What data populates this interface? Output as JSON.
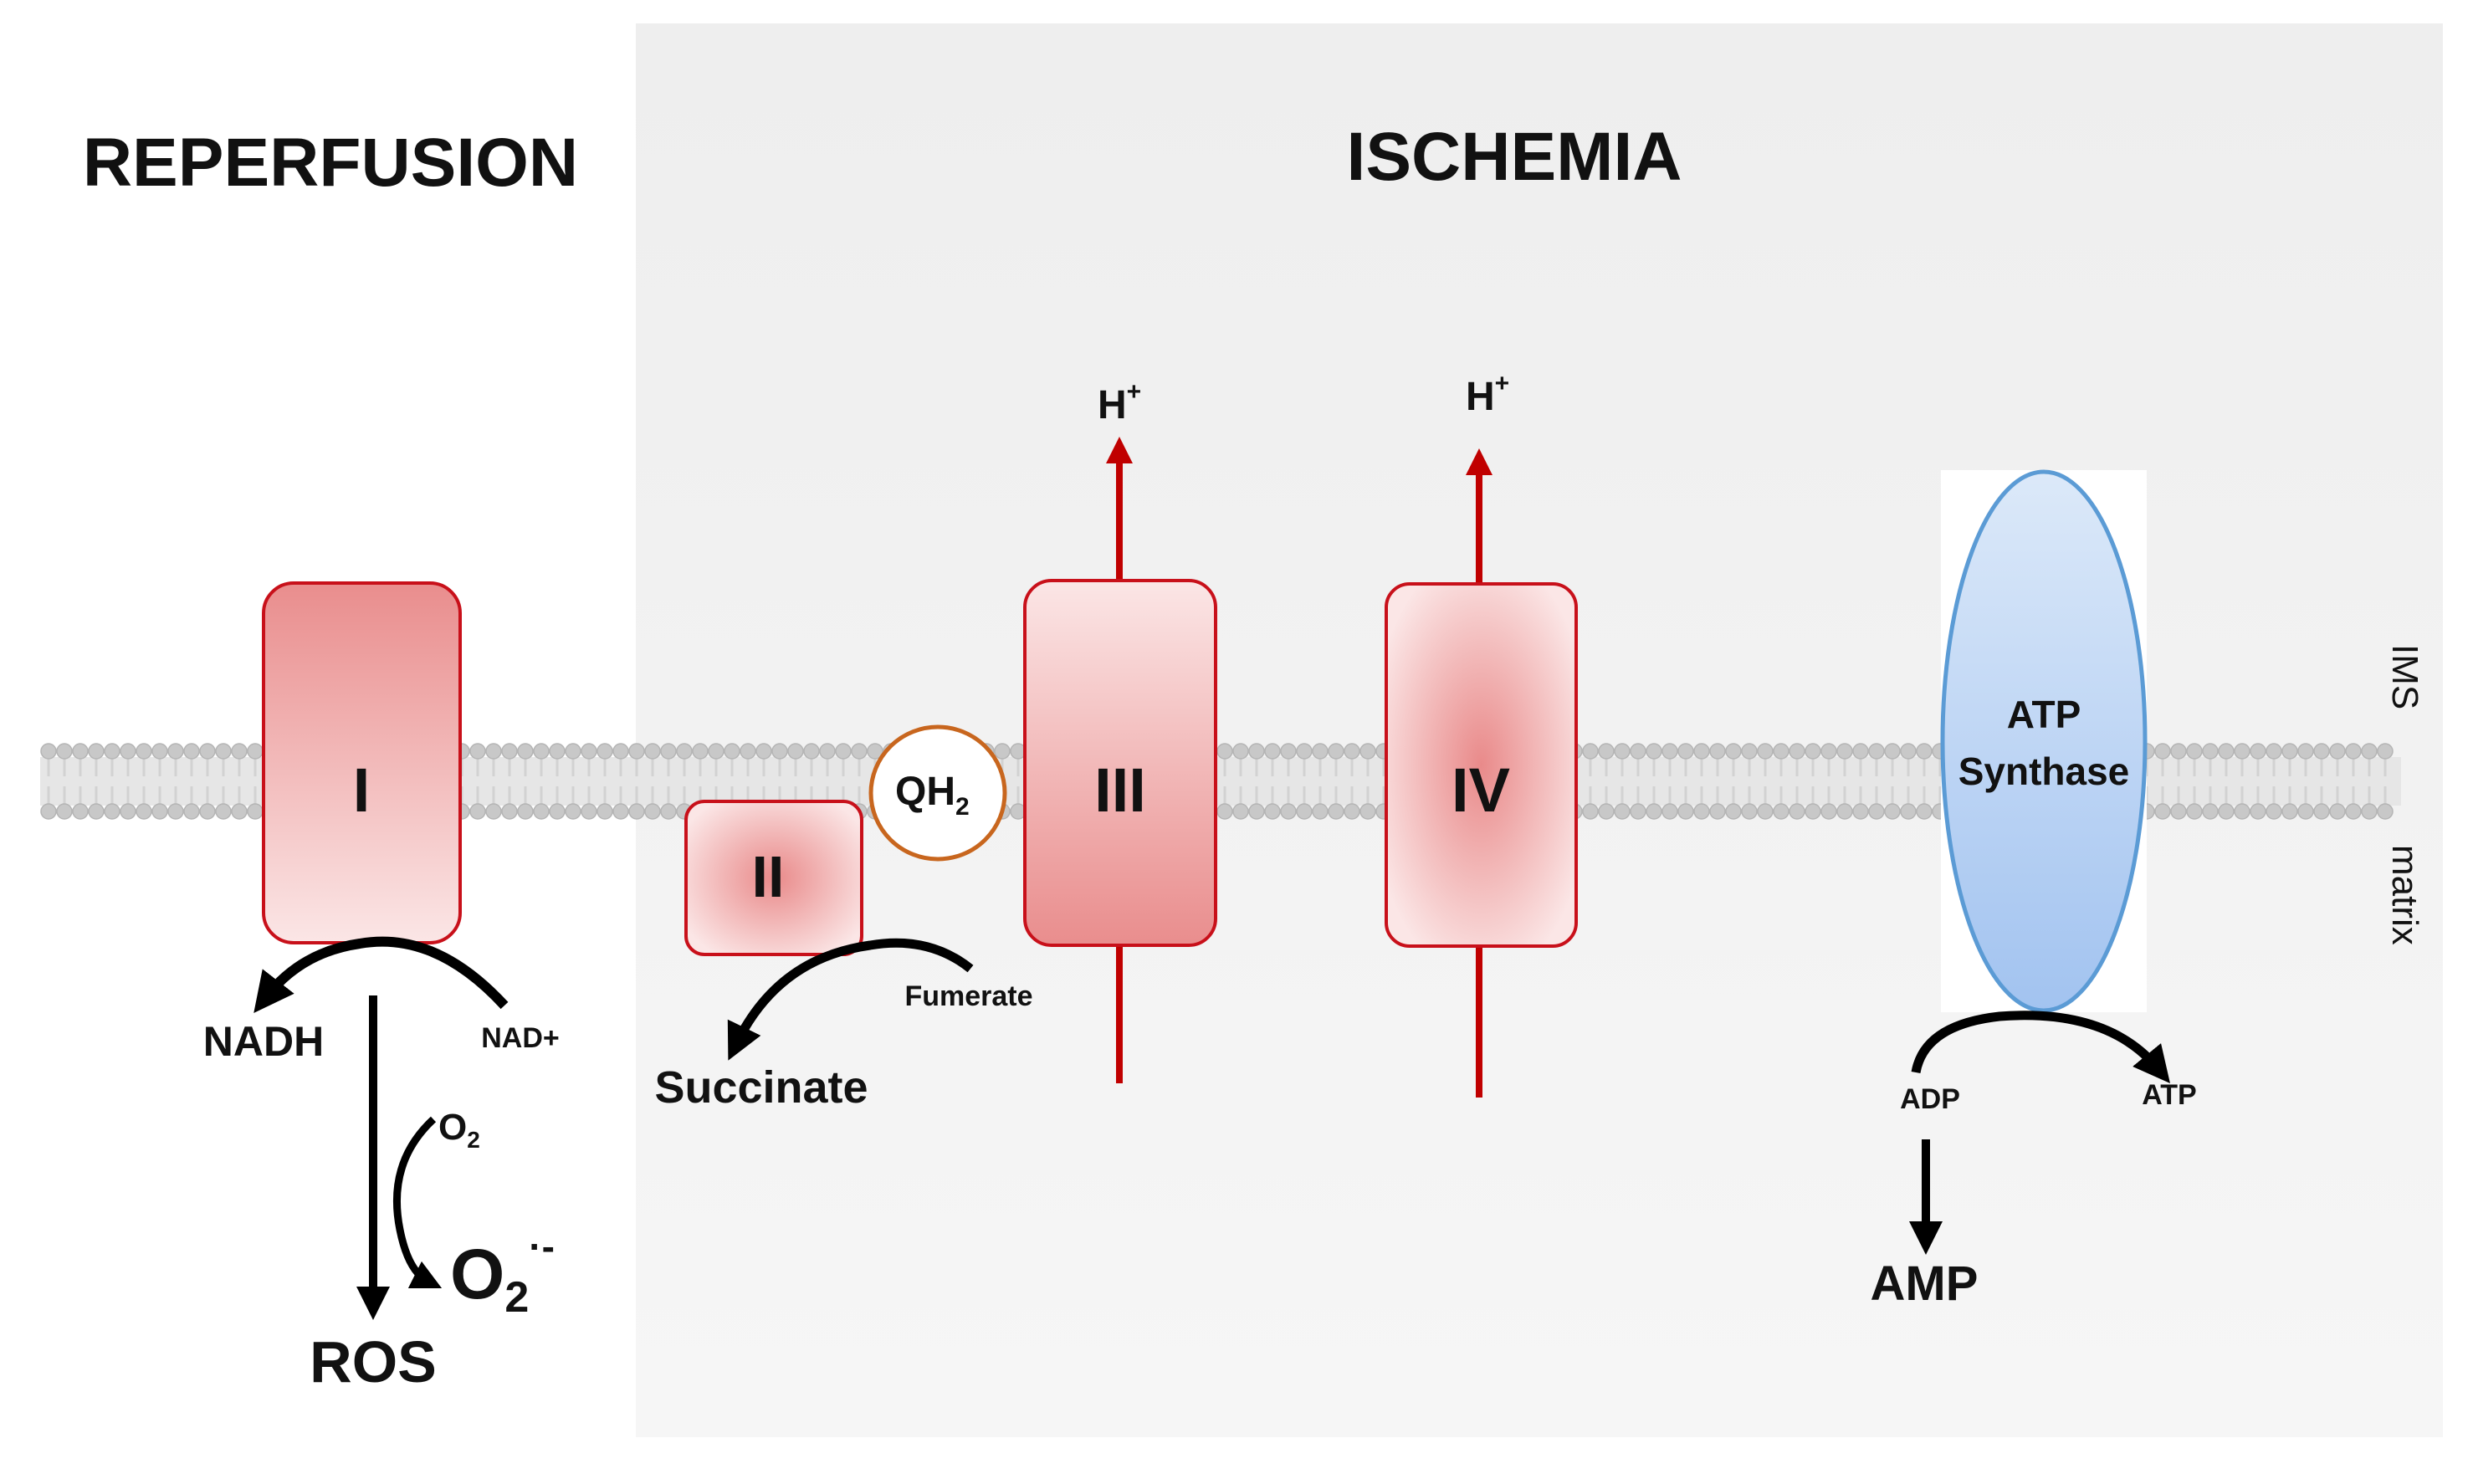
{
  "panels": {
    "left_title": "REPERFUSION",
    "right_title": "ISCHEMIA"
  },
  "membrane": {
    "ims_label": "IMS",
    "matrix_label": "matrix"
  },
  "complexes": {
    "complex_i": "I",
    "complex_ii": "II",
    "complex_iii": "III",
    "complex_iv": "IV",
    "qh2_main": "QH",
    "qh2_sub": "2",
    "atp_synthase_line1": "ATP",
    "atp_synthase_line2": "Synthase"
  },
  "protons": {
    "main": "H",
    "sup": "+"
  },
  "metabolites": {
    "nadh": "NADH",
    "nad_plus": "NAD+",
    "o2_main": "O",
    "o2_sub": "2",
    "superoxide_main": "O",
    "superoxide_sub": "2",
    "superoxide_sup": "·-",
    "ros": "ROS",
    "succinate": "Succinate",
    "fumerate": "Fumerate",
    "adp": "ADP",
    "atp": "ATP",
    "amp": "AMP"
  },
  "colors": {
    "complex_fill": "#f2b8b8",
    "complex_stroke": "#c8101a",
    "proton_arrow": "#c00000",
    "qh2_ring": "#c8661e",
    "atp_synthase_fill": "#a9c9f2",
    "atp_synthase_stroke": "#5b9bd5",
    "ischemia_panel": "#f1f1f1",
    "membrane": "#c8c8c8"
  }
}
